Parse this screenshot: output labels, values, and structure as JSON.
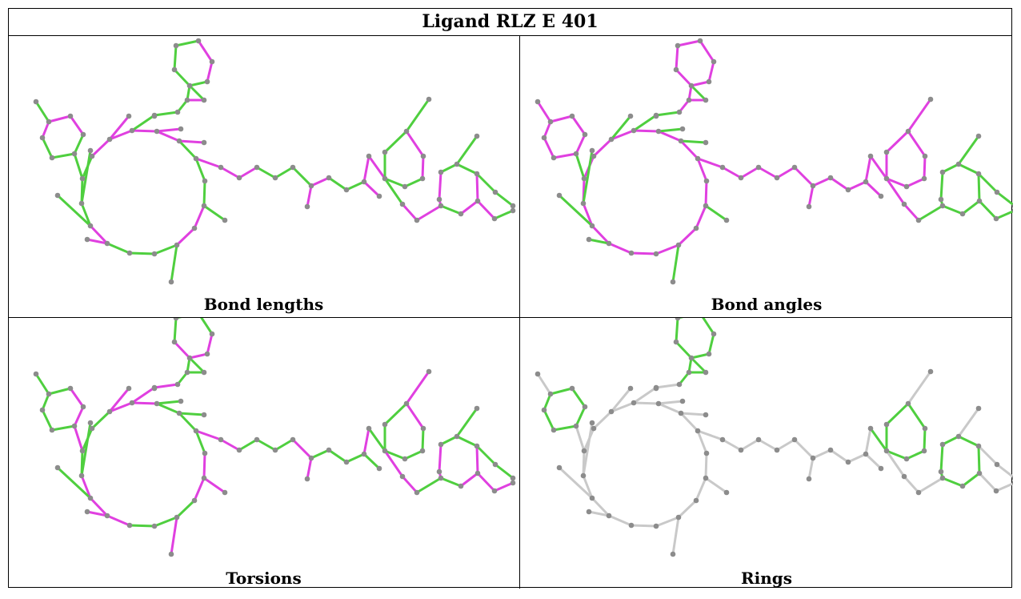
{
  "title": "Ligand RLZ E 401",
  "panels": [
    {
      "id": "bond-lengths",
      "caption": "Bond lengths"
    },
    {
      "id": "bond-angles",
      "caption": "Bond angles"
    },
    {
      "id": "torsions",
      "caption": "Torsions"
    },
    {
      "id": "rings",
      "caption": "Rings"
    }
  ],
  "colors": {
    "good": "#4fcf3f",
    "outlier": "#e040e0",
    "neutral": "#c9c9c9",
    "atom": "#8c8c8c"
  }
}
